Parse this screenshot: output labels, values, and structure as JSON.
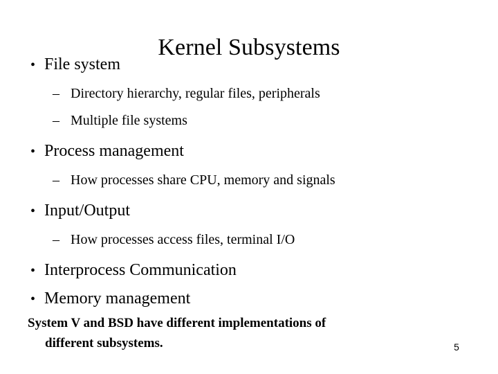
{
  "slide": {
    "title": "Kernel Subsystems",
    "page_number": "5",
    "background_color": "#ffffff",
    "text_color": "#000000",
    "level1_marker": "•",
    "level2_marker": "–",
    "outline": [
      {
        "level": 1,
        "text": "File system",
        "children": [
          {
            "level": 2,
            "text": "Directory hierarchy, regular files, peripherals"
          },
          {
            "level": 2,
            "text": "Multiple file systems"
          }
        ]
      },
      {
        "level": 1,
        "text": "Process management",
        "children": [
          {
            "level": 2,
            "text": "How processes share CPU, memory and signals"
          }
        ]
      },
      {
        "level": 1,
        "text": "Input/Output",
        "children": [
          {
            "level": 2,
            "text": "How processes access files, terminal I/O"
          }
        ]
      },
      {
        "level": 1,
        "text": "Interprocess Communication",
        "children": []
      },
      {
        "level": 1,
        "text": "Memory management",
        "children": []
      }
    ],
    "footer_note": {
      "line_1": "System V and BSD have different implementations of",
      "line_2": "different subsystems."
    }
  }
}
